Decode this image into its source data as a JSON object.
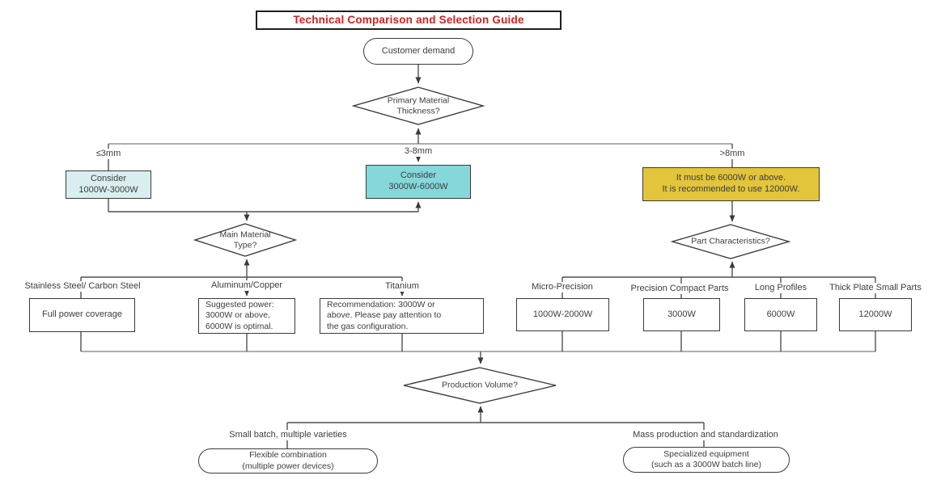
{
  "title": "Technical Comparison and Selection Guide",
  "nodes": {
    "start": "Customer demand",
    "decision_thickness": "Primary Material\nThickness?",
    "decision_material": "Main Material\nType?",
    "decision_part": "Part Characteristics?",
    "decision_volume": "Production Volume?",
    "label_le3mm": "≤3mm",
    "label_3_8mm": "3-8mm",
    "label_gt8mm": ">8mm",
    "box_le3mm": "Consider\n1000W-3000W",
    "box_3_8mm": "Consider\n3000W-6000W",
    "box_gt8mm": "It must be 6000W or above.\nIt is recommended to use 12000W.",
    "label_steel": "Stainless Steel/ Carbon Steel",
    "label_aluminum": "Aluminum/Copper",
    "label_titanium": "Titanium",
    "box_steel": "Full power coverage",
    "box_aluminum": "Suggested power:\n3000W or above,\n6000W is optimal.",
    "box_titanium": "Recommendation: 3000W or\nabove. Please pay attention to\nthe gas configuration.",
    "label_micro": "Micro-Precision",
    "label_compact": "Precision Compact Parts",
    "label_long": "Long Profiles",
    "label_thick": "Thick Plate Small Parts",
    "box_micro": "1000W-2000W",
    "box_compact": "3000W",
    "box_long": "6000W",
    "box_thick": "12000W",
    "label_small_batch": "Small batch, multiple varieties",
    "label_mass_production": "Mass production and standardization",
    "end_flexible": "Flexible combination\n(multiple power devices)",
    "end_specialized": "Specialized equipment\n(such as a 3000W batch line)"
  },
  "colors": {
    "title_text": "#d61f1f",
    "box_light_blue": "#d9eef0",
    "box_teal": "#84d8da",
    "box_gold": "#e2c53a",
    "line_dark": "#4f4f4f",
    "line_light": "#949494",
    "border": "#3a3a3a",
    "text": "#3d3d3d"
  }
}
